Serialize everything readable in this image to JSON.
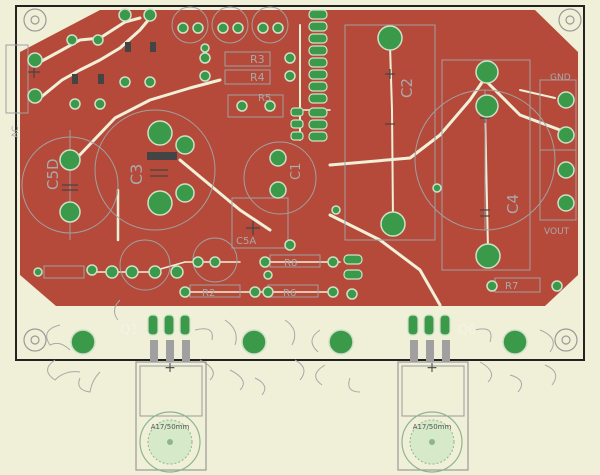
{
  "labels": {
    "c5d": "C5D",
    "c2": "C2",
    "c4": "C4",
    "c1": "C1",
    "c5a": "C5A",
    "c3": "C3",
    "q1": "Q1",
    "q6": "Q6",
    "r2": "R2",
    "r3": "R3",
    "r4": "R4",
    "r5": "R5",
    "r6": "R6",
    "r7": "R7",
    "r8": "R8",
    "ac": "AC",
    "gnd": "GND",
    "vout": "VOUT",
    "heatsink_left": "A17/50mm",
    "heatsink_right": "A17/50mm"
  },
  "colors": {
    "background": "#f0f0d8",
    "copper": "#b54a3a",
    "pad": "#3a9a4a",
    "outline": "#a0a0a0",
    "board_edge": "#222222"
  }
}
